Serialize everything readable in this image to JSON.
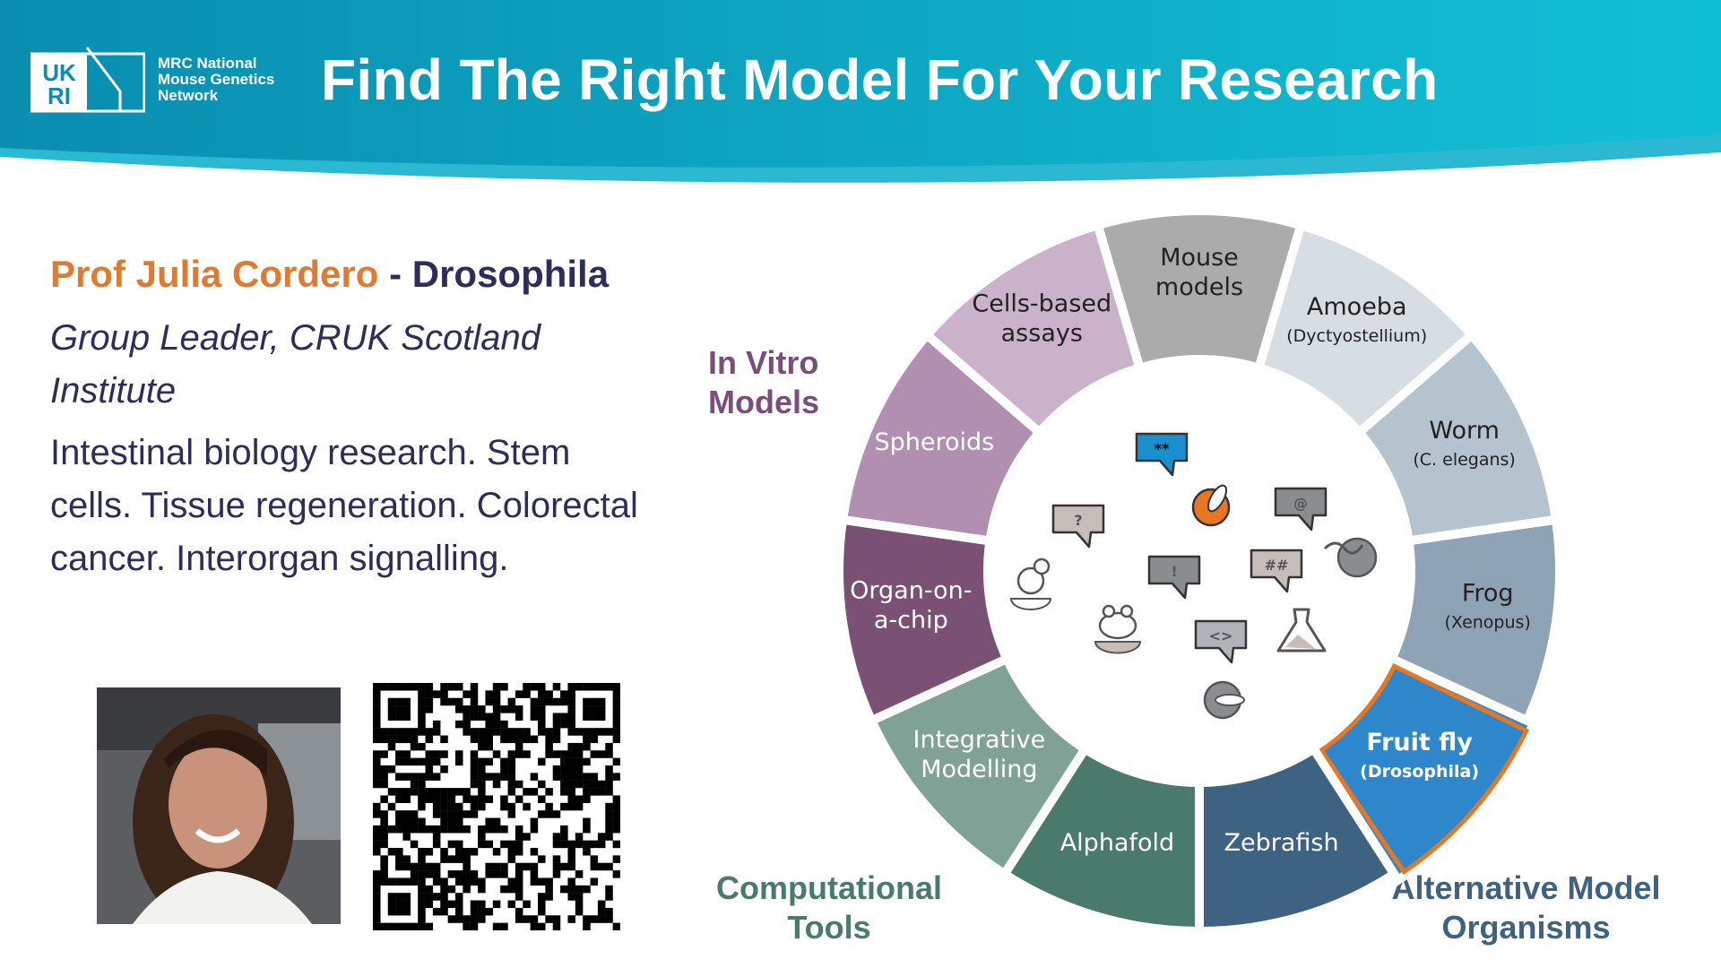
{
  "header": {
    "logo_mark": "UKRI",
    "logo_text": [
      "MRC National",
      "Mouse Genetics",
      "Network"
    ],
    "title": "Find The Right Model For Your Research"
  },
  "profile": {
    "name": "Prof Julia Cordero",
    "separator": " - ",
    "model": "Drosophila",
    "role": "Group Leader, CRUK Scotland Institute",
    "description": "Intestinal biology research. Stem cells. Tissue regeneration. Colorectal cancer. Interorgan signalling."
  },
  "categories": {
    "in_vitro": "In Vitro Models",
    "computational": "Computational Tools",
    "alternative": "Alternative Model Organisms"
  },
  "wheel": [
    {
      "label": "Mouse models",
      "sub": "",
      "color": "#ababab",
      "text": "#222"
    },
    {
      "label": "Amoeba",
      "sub": "(Dyctyostellium)",
      "color": "#d6dde3",
      "text": "#222"
    },
    {
      "label": "Worm",
      "sub": "(C. elegans)",
      "color": "#b4c3ce",
      "text": "#222"
    },
    {
      "label": "Frog",
      "sub": "(Xenopus)",
      "color": "#8ea3b5",
      "text": "#222"
    },
    {
      "label": "Fruit fly",
      "sub": "(Drosophila)",
      "color": "#2f87cb",
      "text": "#fff",
      "highlight": "#e87722"
    },
    {
      "label": "Zebrafish",
      "sub": "",
      "color": "#3e6282",
      "text": "#fff"
    },
    {
      "label": "Alphafold",
      "sub": "",
      "color": "#4a7a6c",
      "text": "#fff"
    },
    {
      "label": "Integrative Modelling",
      "sub": "",
      "color": "#7fa196",
      "text": "#fff"
    },
    {
      "label": "Organ-on- a-chip",
      "sub": "",
      "color": "#7a5075",
      "text": "#fff"
    },
    {
      "label": "Spheroids",
      "sub": "",
      "color": "#b08fb1",
      "text": "#fff"
    },
    {
      "label": "Cells-based assays",
      "sub": "",
      "color": "#cab2ca",
      "text": "#222"
    }
  ],
  "bubbles": [
    "**",
    "?",
    "@",
    "!",
    "##",
    "<>"
  ],
  "colors": {
    "in_vitro": "#7a4e7a",
    "computational": "#4a7a6c",
    "alternative": "#3e6282",
    "accent": "#e07a30"
  }
}
